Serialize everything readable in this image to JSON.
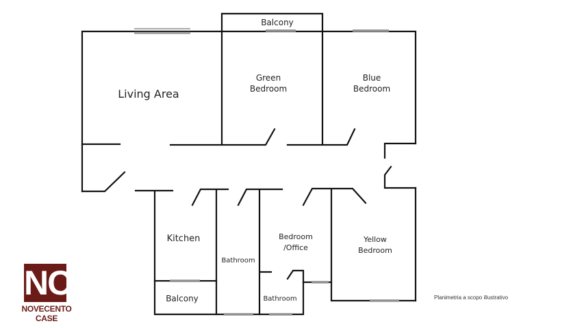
{
  "rooms": {
    "living_area": "Living Area",
    "green_bedroom_1": "Green",
    "green_bedroom_2": "Bedroom",
    "blue_bedroom_1": "Blue",
    "blue_bedroom_2": "Bedroom",
    "balcony_top": "Balcony",
    "kitchen": "Kitchen",
    "bathroom_1": "Bathroom",
    "office_1": "Bedroom",
    "office_2": "/Office",
    "yellow_bedroom_1": "Yellow",
    "yellow_bedroom_2": "Bedroom",
    "balcony_bottom": "Balcony",
    "bathroom_2": "Bathroom"
  },
  "logo": {
    "mark": "NC",
    "name": "NOVECENTO CASE",
    "color": "#6b1b17"
  },
  "caption": "Planimetria a scopo illustrativo"
}
